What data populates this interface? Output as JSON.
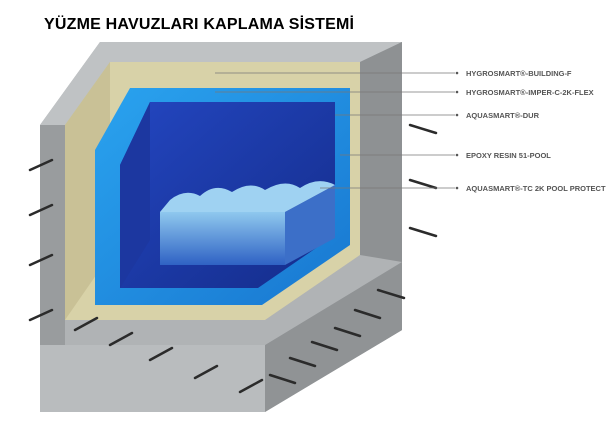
{
  "title": "YÜZME HAVUZLARI KAPLAMA SİSTEMİ",
  "layers": [
    {
      "label": "HYGROSMART®-BUILDING-F",
      "color": "#a9acae"
    },
    {
      "label": "HYGROSMART®-IMPER-C-2K-FLEX",
      "color": "#d8d2a8"
    },
    {
      "label": "AQUASMART®-DUR",
      "color": "#d8d2a8"
    },
    {
      "label": "EPOXY RESIN 51-POOL",
      "color": "#1e8fe0"
    },
    {
      "label": "AQUASMART®-TC 2K POOL PROTECT",
      "color": "#1a3fae"
    }
  ]
}
